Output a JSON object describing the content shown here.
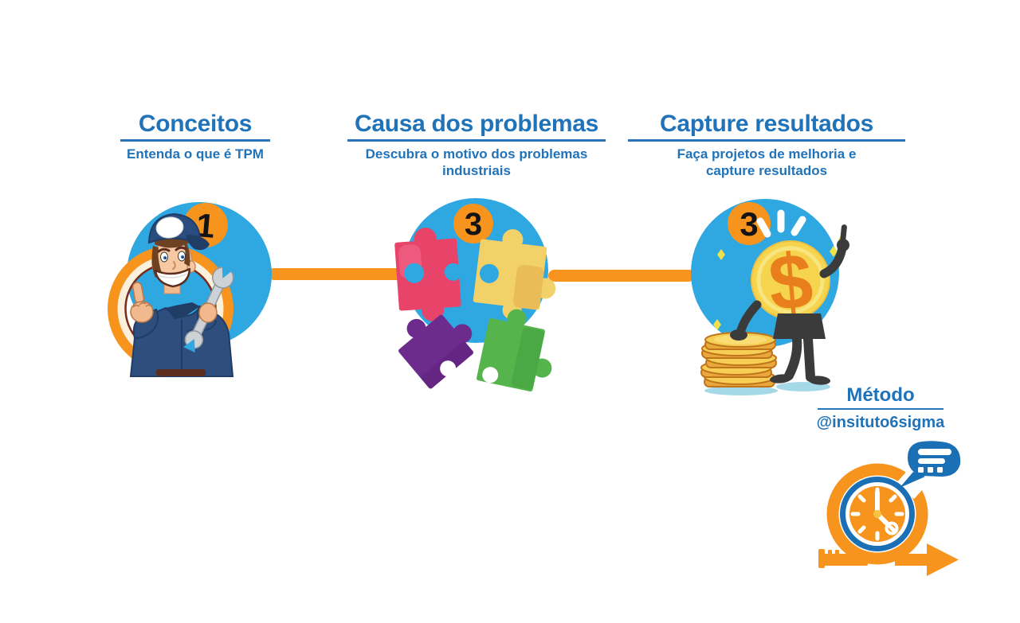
{
  "colors": {
    "circle_blue": "#2FA7E1",
    "accent_orange": "#F7941E",
    "heading_blue": "#2173B9",
    "logo_blue": "#1B6FB5"
  },
  "steps": [
    {
      "number": "1",
      "title": "Conceitos",
      "subtitle": "Entenda o que é TPM",
      "illustration": "mechanic-thumbs-up-wrench"
    },
    {
      "number": "3",
      "title": "Causa dos problemas",
      "subtitle": "Descubra o motivo dos problemas industriais",
      "illustration": "puzzle-pieces"
    },
    {
      "number": "3",
      "title": "Capture resultados",
      "subtitle": "Faça projetos de melhoria e capture resultados",
      "illustration": "money-lightbulb-coins",
      "currency_symbol": "$"
    }
  ],
  "branding": {
    "method_label": "Método",
    "handle": "@insituto6sigma"
  }
}
